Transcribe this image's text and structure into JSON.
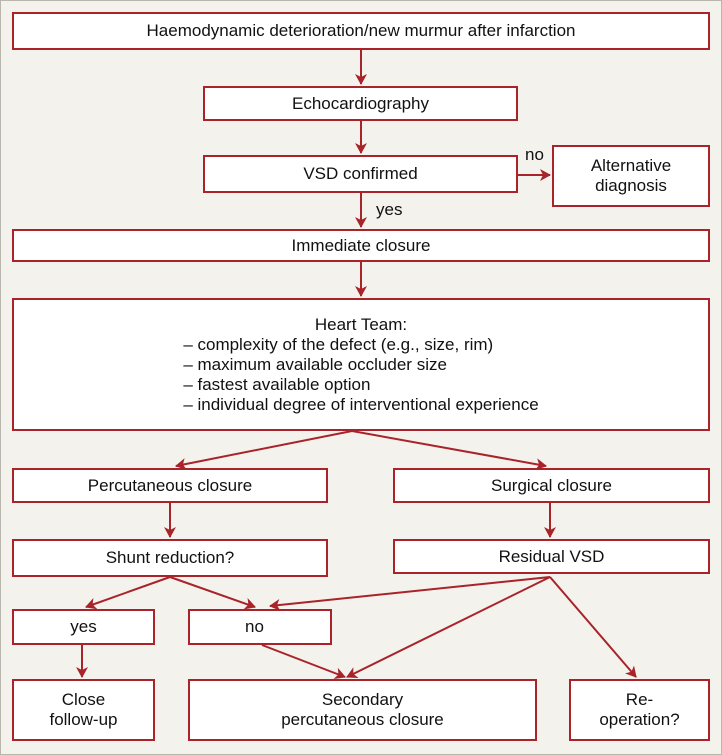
{
  "nodes": {
    "start": "Haemodynamic deterioration/new murmur after infarction",
    "echo": "Echocardiography",
    "vsd_confirmed": "VSD confirmed",
    "alternative": [
      "Alternative",
      "diagnosis"
    ],
    "immediate": "Immediate closure",
    "heart_team": {
      "title": "Heart Team:",
      "items": [
        "– complexity of the defect (e.g., size, rim)",
        "– maximum available occluder size",
        "– fastest available option",
        "– individual degree of interventional experience"
      ]
    },
    "percutaneous": "Percutaneous closure",
    "surgical": "Surgical closure",
    "shunt": "Shunt reduction?",
    "residual": "Residual VSD",
    "yes": "yes",
    "no": "no",
    "close_followup": [
      "Close",
      "follow-up"
    ],
    "secondary": [
      "Secondary",
      "percutaneous closure"
    ],
    "reoperation": [
      "Re-",
      "operation?"
    ]
  },
  "edge_labels": {
    "no": "no",
    "yes": "yes"
  },
  "colors": {
    "accent": "#a8232a",
    "background": "#f3f2ec",
    "box_fill": "#ffffff"
  }
}
